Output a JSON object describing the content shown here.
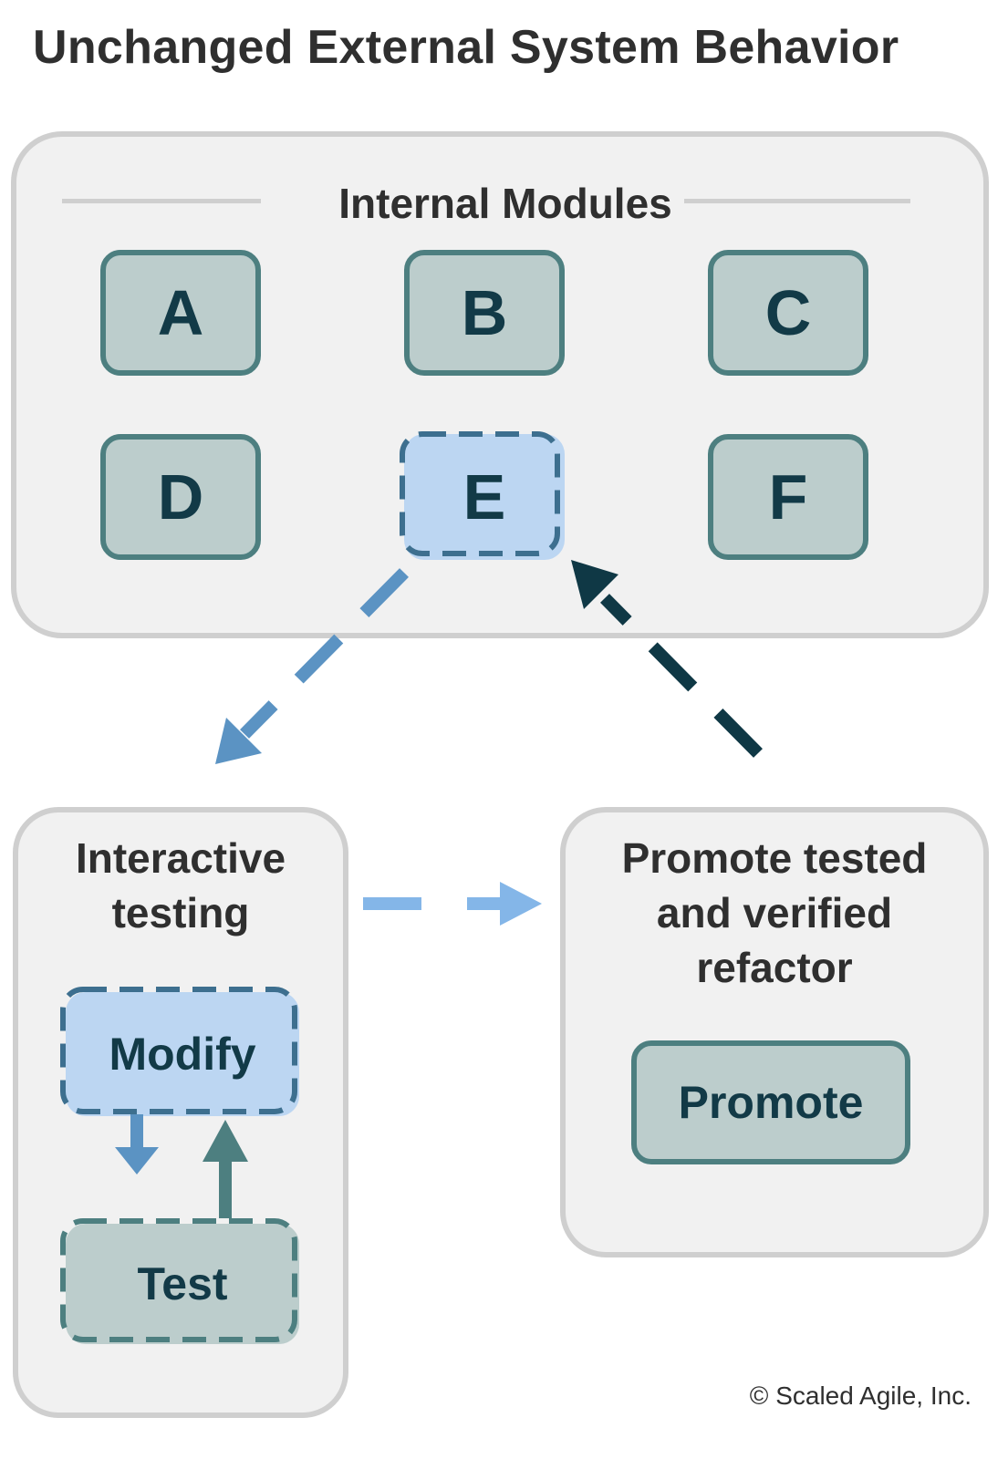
{
  "title": "Unchanged External System Behavior",
  "modules_panel": {
    "title": "Internal Modules",
    "modules": [
      "A",
      "B",
      "C",
      "D",
      "E",
      "F"
    ],
    "selected_module": "E"
  },
  "testing_panel": {
    "title_line1": "Interactive",
    "title_line2": "testing",
    "modify_label": "Modify",
    "test_label": "Test"
  },
  "promote_panel": {
    "title_line1": "Promote tested",
    "title_line2": "and verified",
    "title_line3": "refactor",
    "promote_label": "Promote"
  },
  "copyright": "© Scaled Agile, Inc.",
  "colors": {
    "panel_bg": "#f1f1f1",
    "panel_border": "#cfcfcf",
    "module_fill": "#bccdcc",
    "module_border": "#4d7f80",
    "selected_fill": "#bcd6f2",
    "selected_border": "#3d6f8f",
    "text_dark": "#123a47",
    "arrow_blue": "#5b93c3",
    "arrow_light_blue": "#84b6e8",
    "arrow_dark": "#0f3845",
    "arrow_teal": "#4d7f80"
  }
}
